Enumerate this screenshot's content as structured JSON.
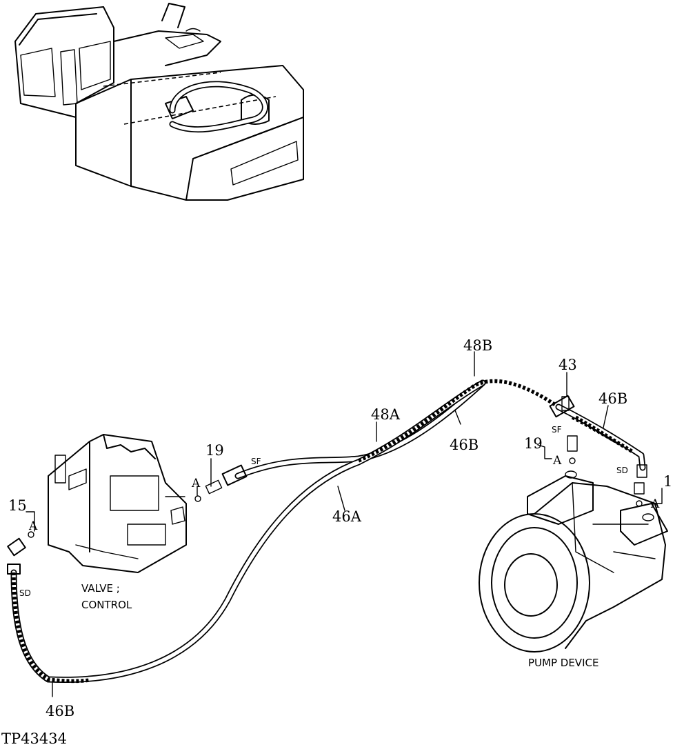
{
  "labels": {
    "l_48b": "48B",
    "l_43": "43",
    "l_46b_right": "46B",
    "l_48a": "48A",
    "l_46b_mid": "46B",
    "l_19_left": "19",
    "l_19_right": "19",
    "l_1": "1",
    "l_15": "15",
    "l_46a": "46A",
    "l_46b_bottom": "46B",
    "a_left": "A",
    "a_mid": "A",
    "a_right_top": "A",
    "a_right": "A",
    "sf_left": "SF",
    "sf_right": "SF",
    "sd_left": "SD",
    "sd_right": "SD",
    "valve_line1": "VALVE ;",
    "valve_line2": "CONTROL",
    "pump": "PUMP DEVICE",
    "figure_id": "TP43434"
  }
}
